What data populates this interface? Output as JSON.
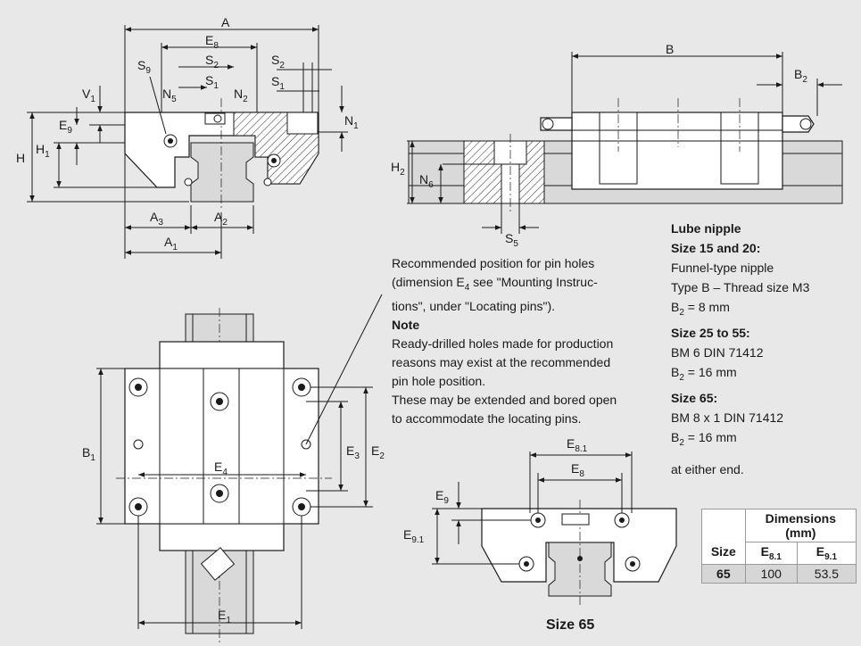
{
  "labels": {
    "A": "A",
    "E8": "E",
    "E8_sub": "8",
    "S2": "S",
    "S2_sub": "2",
    "S1": "S",
    "S1_sub": "1",
    "S9": "S",
    "S9_sub": "9",
    "N5": "N",
    "N5_sub": "5",
    "N2": "N",
    "N2_sub": "2",
    "V1": "V",
    "V1_sub": "1",
    "E9": "E",
    "E9_sub": "9",
    "H": "H",
    "H1": "H",
    "H1_sub": "1",
    "N1": "N",
    "N1_sub": "1",
    "A3": "A",
    "A3_sub": "3",
    "A2": "A",
    "A2_sub": "2",
    "A1": "A",
    "A1_sub": "1",
    "B": "B",
    "B2": "B",
    "B2_sub": "2",
    "H2": "H",
    "H2_sub": "2",
    "N6": "N",
    "N6_sub": "6",
    "S5": "S",
    "S5_sub": "5",
    "B1": "B",
    "B1_sub": "1",
    "E4": "E",
    "E4_sub": "4",
    "E3": "E",
    "E3_sub": "3",
    "E2": "E",
    "E2_sub": "2",
    "E1": "E",
    "E1_sub": "1",
    "E81": "E",
    "E81_sub": "8.1",
    "E8b": "E",
    "E8b_sub": "8",
    "E9b": "E",
    "E9b_sub": "9",
    "E91": "E",
    "E91_sub": "9.1"
  },
  "pin_note": {
    "line1": "Recommended position for pin holes",
    "line2_pre": "(dimension E",
    "line2_sub": "4",
    "line2_post": " see \"Mounting Instruc-",
    "line3": "tions\", under \"Locating pins\")."
  },
  "note": {
    "heading": "Note",
    "lines": [
      "Ready-drilled holes made for production",
      "reasons may exist at the recommended",
      "pin hole position.",
      "These may be extended and bored open",
      "to accommodate the locating pins."
    ]
  },
  "lube": {
    "title": "Lube nipple",
    "size_15_20": "Size 15 and 20:",
    "line_funnel": "Funnel-type nipple",
    "line_typeb": "Type B – Thread size M3",
    "b2_small_pre": "B",
    "b2_small_sub": "2",
    "b2_small_post": " = 8 mm",
    "size_25_55": "Size 25 to 55:",
    "line_bm6": "BM 6 DIN 71412",
    "b2_mid_pre": "B",
    "b2_mid_sub": "2",
    "b2_mid_post": " = 16 mm",
    "size_65": "Size 65:",
    "line_bm8": "BM 8 x 1 DIN 71412",
    "b2_big_pre": "B",
    "b2_big_sub": "2",
    "b2_big_post": " = 16 mm",
    "either_end": "at either end."
  },
  "size65_caption": "Size 65",
  "table": {
    "header_dimensions": "Dimensions",
    "header_unit": "(mm)",
    "col_size": "Size",
    "col_e81": "E",
    "col_e81_sub": "8.1",
    "col_e91": "E",
    "col_e91_sub": "9.1",
    "rows": [
      {
        "size": "65",
        "e81": "100",
        "e91": "53.5"
      }
    ]
  }
}
